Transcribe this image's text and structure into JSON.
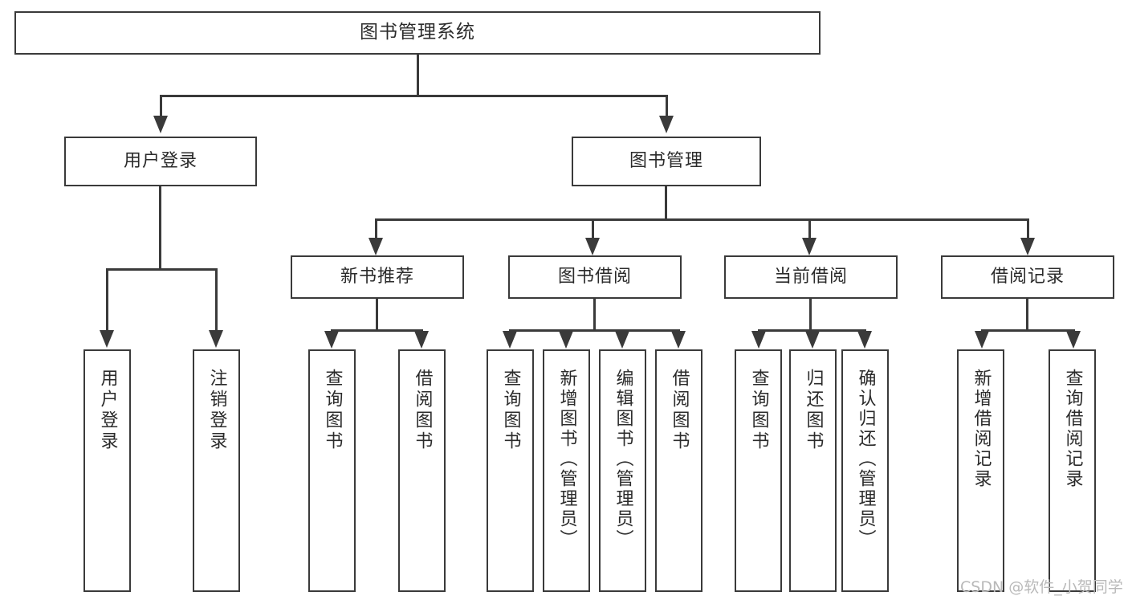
{
  "diagram": {
    "type": "hierarchy-tree",
    "title_node": "图书管理系统",
    "levels": 4,
    "root": {
      "label": "图书管理系统",
      "children": [
        {
          "label": "用户登录",
          "children": [
            {
              "label": "用户登录"
            },
            {
              "label": "注销登录"
            }
          ]
        },
        {
          "label": "图书管理",
          "children": [
            {
              "label": "新书推荐",
              "children": [
                {
                  "label": "查询图书"
                },
                {
                  "label": "借阅图书"
                }
              ]
            },
            {
              "label": "图书借阅",
              "children": [
                {
                  "label": "查询图书"
                },
                {
                  "label": "新增图书（管理员）"
                },
                {
                  "label": "编辑图书（管理员）"
                },
                {
                  "label": "借阅图书"
                }
              ]
            },
            {
              "label": "当前借阅",
              "children": [
                {
                  "label": "查询图书"
                },
                {
                  "label": "归还图书"
                },
                {
                  "label": "确认归还（管理员）"
                }
              ]
            },
            {
              "label": "借阅记录",
              "children": [
                {
                  "label": "新增借阅记录"
                },
                {
                  "label": "查询借阅记录"
                }
              ]
            }
          ]
        }
      ]
    }
  },
  "nodes": {
    "root": "图书管理系统",
    "l2_user_login": "用户登录",
    "l2_book_manage": "图书管理",
    "l3_new_book_rec": "新书推荐",
    "l3_book_borrow": "图书借阅",
    "l3_current_borrow": "当前借阅",
    "l3_borrow_record": "借阅记录",
    "leaf_user_login": "用户登录",
    "leaf_logout": "注销登录",
    "leaf_query_book_a": "查询图书",
    "leaf_borrow_book_a": "借阅图书",
    "leaf_query_book_b": "查询图书",
    "leaf_add_book": "新增图书（管理员）",
    "leaf_edit_book": "编辑图书（管理员）",
    "leaf_borrow_book_b": "借阅图书",
    "leaf_query_book_c": "查询图书",
    "leaf_return_book": "归还图书",
    "leaf_confirm_return": "确认归还（管理员）",
    "leaf_add_record": "新增借阅记录",
    "leaf_query_record": "查询借阅记录"
  },
  "watermark": {
    "text": "CSDN @软件_小贺同学"
  },
  "colors": {
    "border": "#3a3a3a",
    "text": "#2b2b2b",
    "background": "#ffffff",
    "watermark": "#b9b9b9"
  }
}
